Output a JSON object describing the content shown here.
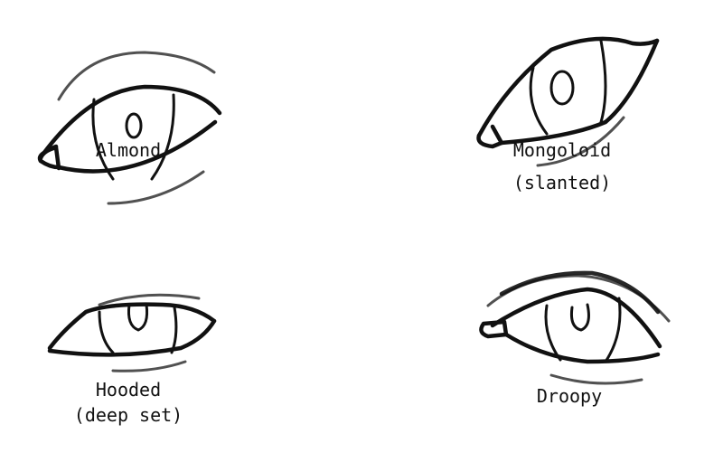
{
  "title": "Eye shapes",
  "eyes": [
    {
      "name": "Almond",
      "label_lines": [
        "Almond"
      ]
    },
    {
      "name": "Mongoloid",
      "label_lines": [
        "Mongoloid",
        "(slanted)"
      ]
    },
    {
      "name": "Hooded",
      "label_lines": [
        "Hooded",
        "(deep set)"
      ]
    },
    {
      "name": "Droopy",
      "label_lines": [
        "Droopy"
      ]
    }
  ]
}
